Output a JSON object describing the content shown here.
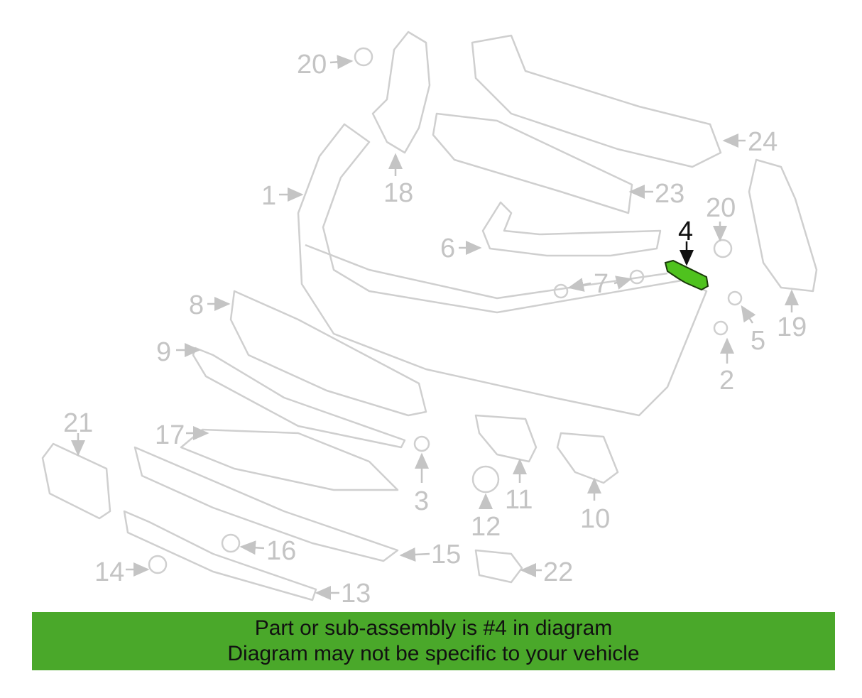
{
  "diagram": {
    "highlighted_part": "4",
    "highlight_color": "#4fc21e",
    "callouts": [
      "20",
      "18",
      "24",
      "1",
      "23",
      "20",
      "4",
      "6",
      "7",
      "19",
      "5",
      "8",
      "9",
      "2",
      "21",
      "17",
      "3",
      "11",
      "10",
      "12",
      "16",
      "15",
      "14",
      "22",
      "13"
    ]
  },
  "banner": {
    "line1": "Part or sub-assembly is #4 in diagram",
    "line2": "Diagram may not be specific to your vehicle",
    "color": "#4aa82a"
  }
}
